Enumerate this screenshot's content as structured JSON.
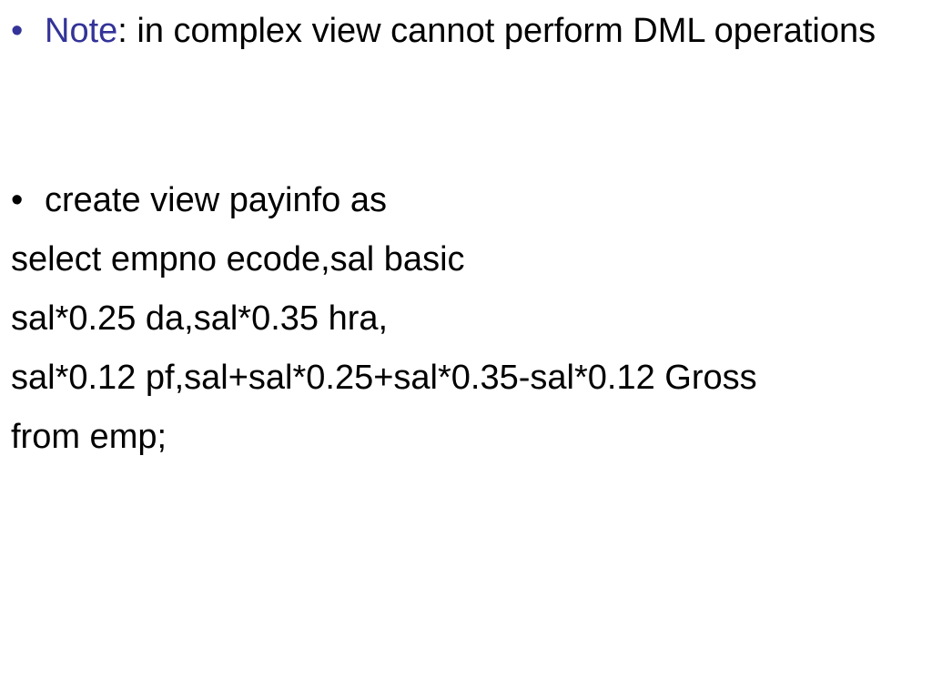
{
  "slide": {
    "bullets": [
      {
        "bullet_glyph": "•",
        "label": "Note",
        "text": ": in complex view cannot perform DML operations"
      },
      {
        "bullet_glyph": "•",
        "text": "create view payinfo as"
      }
    ],
    "code_lines": [
      "select empno ecode,sal basic",
      "sal*0.25 da,sal*0.35 hra,",
      "sal*0.12 pf,sal+sal*0.25+sal*0.35-sal*0.12 Gross",
      "from emp;"
    ]
  },
  "colors": {
    "accent": "#333399",
    "text": "#000000",
    "background": "#ffffff"
  }
}
